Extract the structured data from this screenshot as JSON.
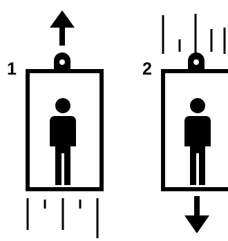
{
  "figure": {
    "background": "#ffffff",
    "ink": "#000000",
    "panels": [
      {
        "label": "1",
        "arrow_direction": "up",
        "arrow_icon": "arrow-up-icon",
        "motion_lines": "below"
      },
      {
        "label": "2",
        "arrow_direction": "down",
        "arrow_icon": "arrow-down-icon",
        "motion_lines": "above"
      }
    ]
  }
}
